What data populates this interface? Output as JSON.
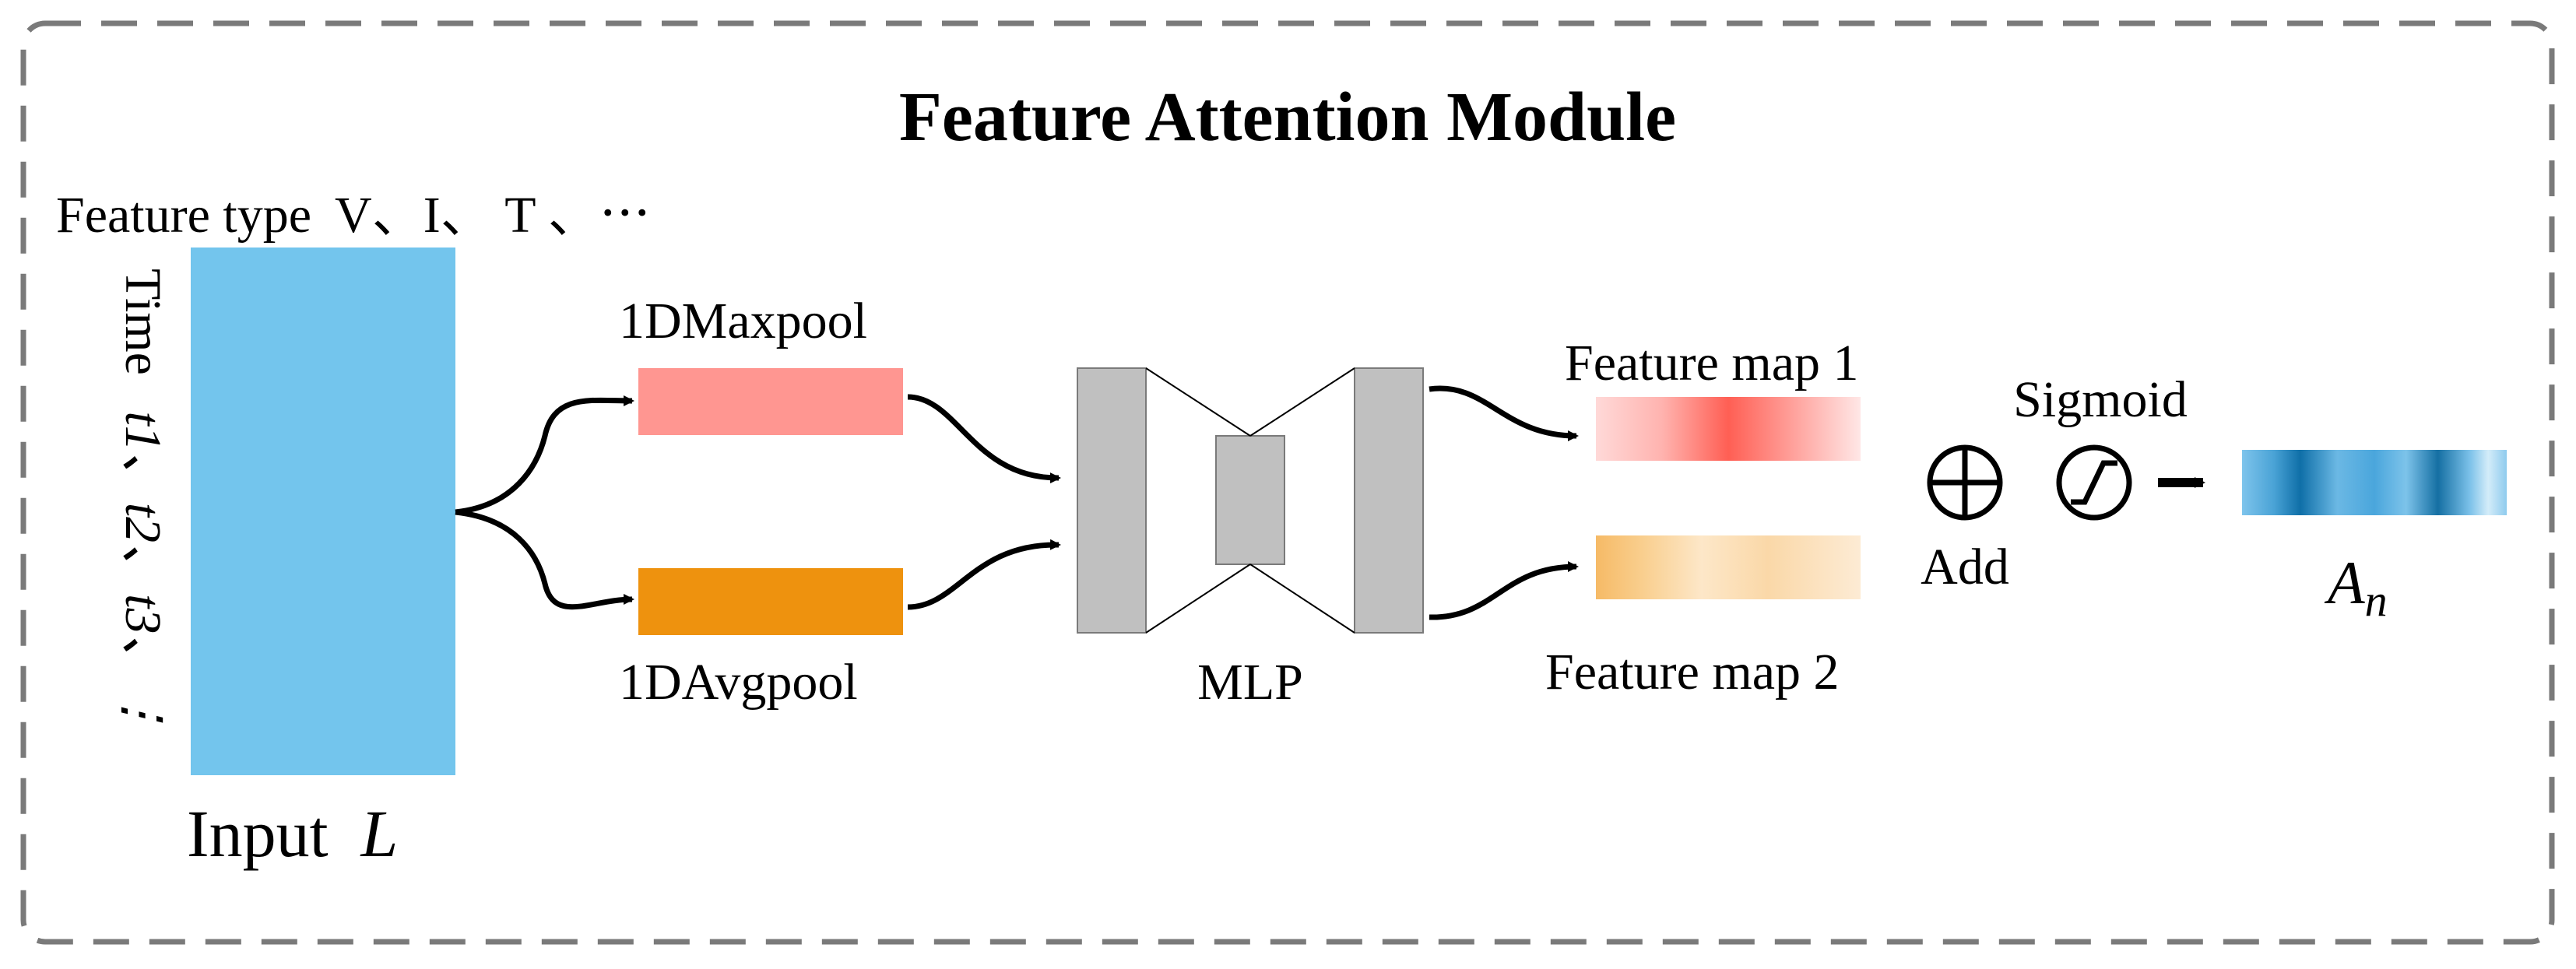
{
  "title": "Feature Attention Module",
  "input": {
    "feature_type_label": "Feature type",
    "feature_type_values": "V、I、 T 、⋯",
    "time_label": "Time",
    "time_values": [
      "t1",
      "t2",
      "t3"
    ],
    "caption": "Input",
    "caption_symbol": "L"
  },
  "pooling": {
    "max_label": "1DMaxpool",
    "avg_label": "1DAvgpool"
  },
  "mlp": {
    "label": "MLP"
  },
  "feature_maps": {
    "map1_label": "Feature map 1",
    "map2_label": "Feature map 2"
  },
  "ops": {
    "add_label": "Add",
    "sigmoid_label": "Sigmoid"
  },
  "output": {
    "symbol": "A",
    "subscript": "n"
  },
  "colors": {
    "input_block": "#73C5ED",
    "maxpool_block": "#FF9691",
    "avgpool_block": "#EE920E",
    "mlp_block": "#C0C0C0",
    "map1_peak": "#FF5F54",
    "map2_peak": "#F6BA66",
    "output_dark": "#0F6FA8",
    "output_light": "#7EC4EC",
    "border_dash": "#7A7A7A"
  }
}
